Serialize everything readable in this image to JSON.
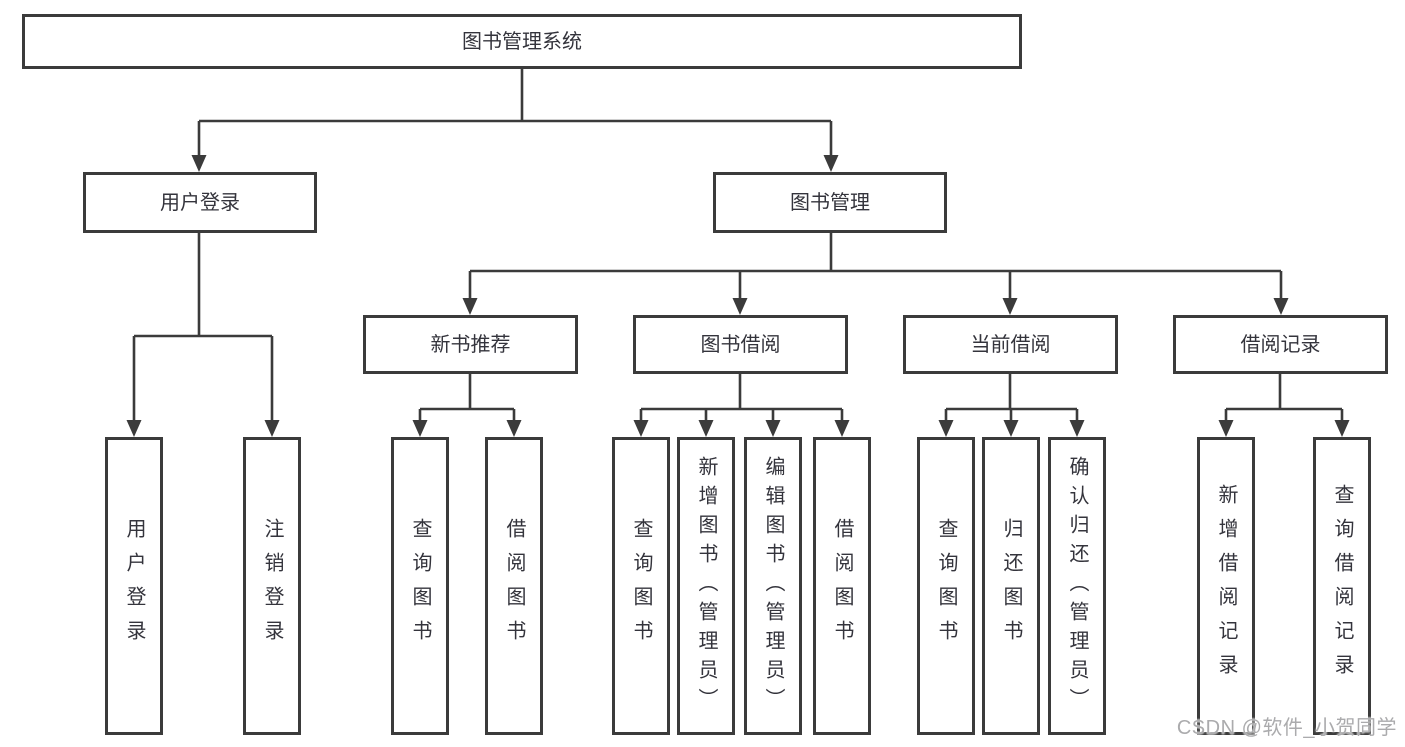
{
  "diagram": {
    "root": {
      "label": "图书管理系统"
    },
    "level2": [
      {
        "label": "用户登录"
      },
      {
        "label": "图书管理"
      }
    ],
    "level3": [
      {
        "label": "新书推荐",
        "parent": "图书管理"
      },
      {
        "label": "图书借阅",
        "parent": "图书管理"
      },
      {
        "label": "当前借阅",
        "parent": "图书管理"
      },
      {
        "label": "借阅记录",
        "parent": "图书管理"
      }
    ],
    "leaves": [
      {
        "label": "用户登录",
        "parent": "用户登录"
      },
      {
        "label": "注销登录",
        "parent": "用户登录"
      },
      {
        "label": "查询图书",
        "parent": "新书推荐"
      },
      {
        "label": "借阅图书",
        "parent": "新书推荐"
      },
      {
        "label": "查询图书",
        "parent": "图书借阅"
      },
      {
        "label": "新增图书（管理员）",
        "parent": "图书借阅"
      },
      {
        "label": "编辑图书（管理员）",
        "parent": "图书借阅"
      },
      {
        "label": "借阅图书",
        "parent": "图书借阅"
      },
      {
        "label": "查询图书",
        "parent": "当前借阅"
      },
      {
        "label": "归还图书",
        "parent": "当前借阅"
      },
      {
        "label": "确认归还（管理员）",
        "parent": "当前借阅"
      },
      {
        "label": "新增借阅记录",
        "parent": "借阅记录"
      },
      {
        "label": "查询借阅记录",
        "parent": "借阅记录"
      }
    ],
    "line_color": "#3b3b3b"
  },
  "watermark": {
    "text": "CSDN @软件_小贺同学"
  }
}
